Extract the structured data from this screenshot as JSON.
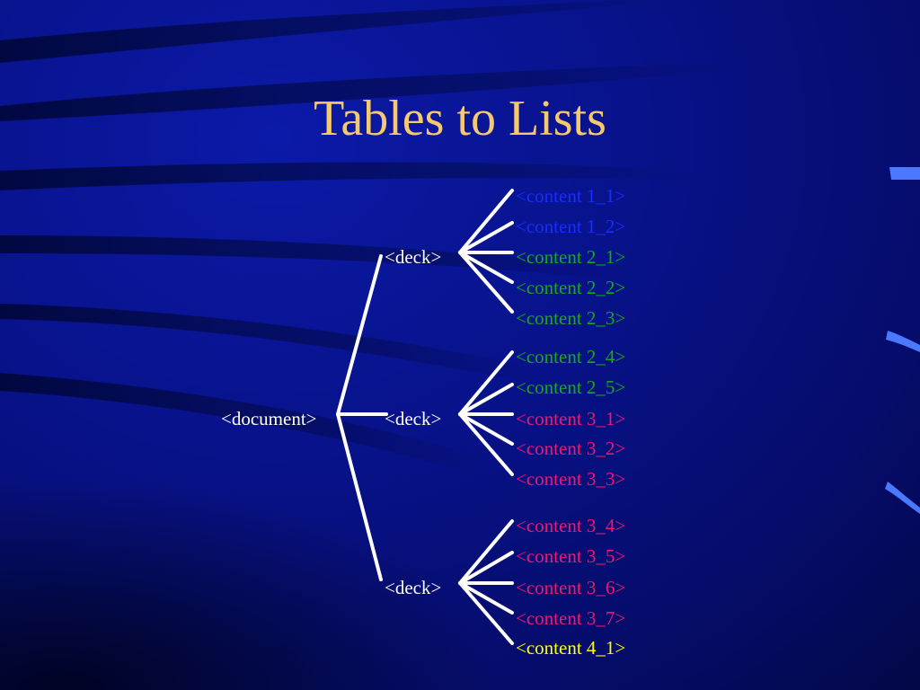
{
  "slide": {
    "title": "Tables to Lists",
    "root_label": "<document>",
    "decks": [
      {
        "label": "<deck>",
        "items": [
          {
            "text": "<content 1_1>",
            "color": "#1a2cff"
          },
          {
            "text": "<content 1_2>",
            "color": "#1a2cff"
          },
          {
            "text": "<content 2_1>",
            "color": "#18a818"
          },
          {
            "text": "<content 2_2>",
            "color": "#18a818"
          },
          {
            "text": "<content 2_3>",
            "color": "#18a818"
          }
        ]
      },
      {
        "label": "<deck>",
        "items": [
          {
            "text": "<content 2_4>",
            "color": "#18a818"
          },
          {
            "text": "<content 2_5>",
            "color": "#18a818"
          },
          {
            "text": "<content 3_1>",
            "color": "#f0186a"
          },
          {
            "text": "<content 3_2>",
            "color": "#f0186a"
          },
          {
            "text": "<content 3_3>",
            "color": "#f0186a"
          }
        ]
      },
      {
        "label": "<deck>",
        "items": [
          {
            "text": "<content 3_4>",
            "color": "#f0186a"
          },
          {
            "text": "<content 3_5>",
            "color": "#f0186a"
          },
          {
            "text": "<content 3_6>",
            "color": "#f0186a"
          },
          {
            "text": "<content 3_7>",
            "color": "#f0186a"
          },
          {
            "text": "<content 4_1>",
            "color": "#ffff00"
          }
        ]
      }
    ]
  },
  "colors": {
    "background": "#08128a",
    "title": "#f7c96e",
    "connector": "#ffffff",
    "node_text": "#ffffff"
  }
}
